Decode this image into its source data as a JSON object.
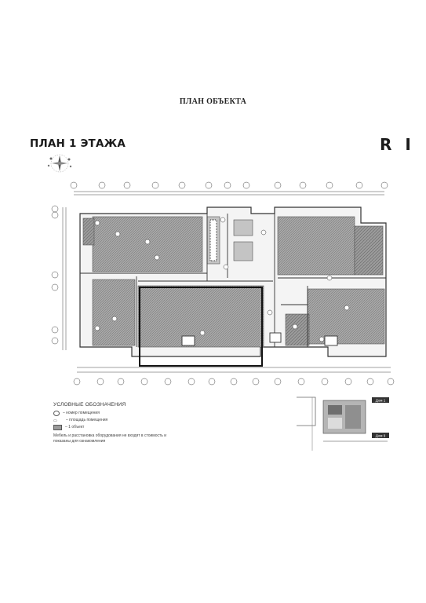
{
  "page": {
    "title": "ПЛАН ОБЪЕКТА",
    "plan_title": "ПЛАН 1 ЭТАЖА",
    "logo": "R I"
  },
  "legend": {
    "title": "УСЛОВНЫЕ ОБОЗНАЧЕНИЯ",
    "items": [
      {
        "label": "– номер помещения"
      },
      {
        "label": "– площадь помещения"
      },
      {
        "label": "– 1 объект"
      }
    ],
    "note": "Мебель и расстановка оборудования не входят в стоимость и показаны для ознакомления"
  },
  "minimap": {
    "label_top": "Дом 1",
    "label_bottom": "Дом 9"
  },
  "colors": {
    "hatch": "#8c8c8c",
    "line": "#333333",
    "highlight": "#111111"
  }
}
